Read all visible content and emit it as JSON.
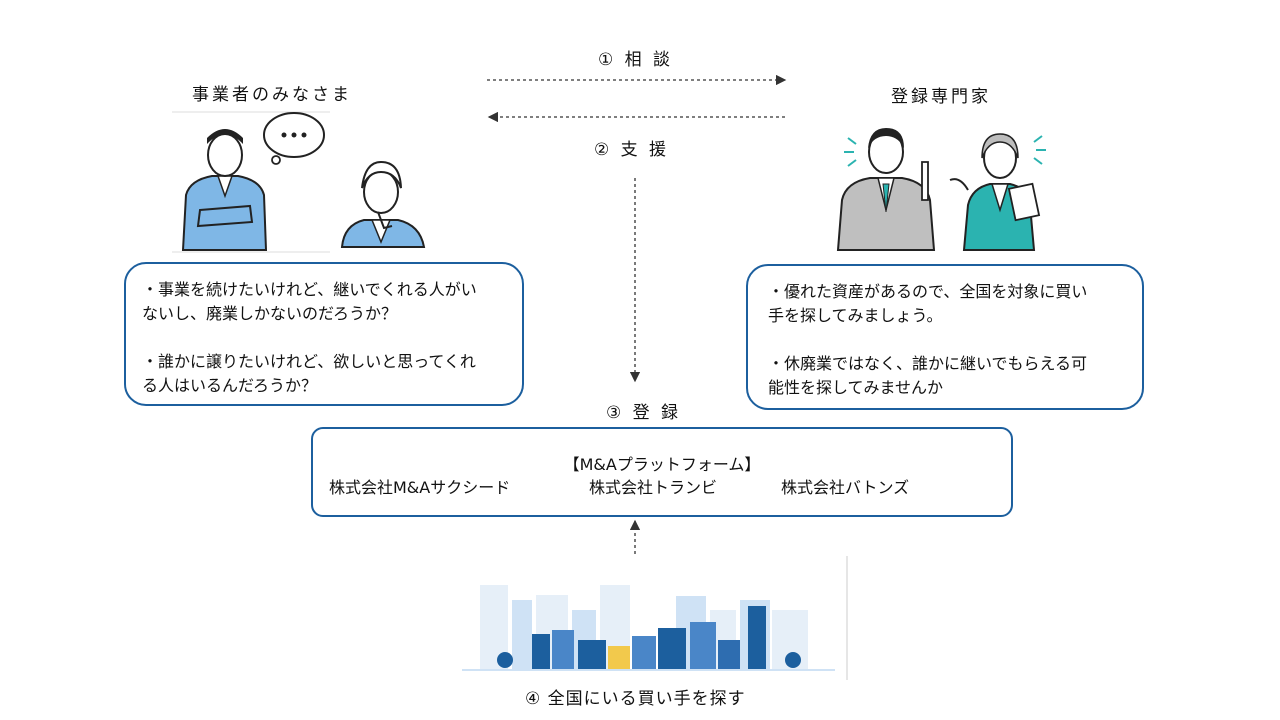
{
  "labels": {
    "left_title": "事業者のみなさま",
    "right_title": "登録専門家",
    "step1": "① 相 談",
    "step2": "② 支 援",
    "step3": "③ 登 録",
    "step4": "④  全国にいる買い手を探す"
  },
  "left_bubble": {
    "line1": "・事業を続けたいけれど、継いでくれる人がい",
    "line2": "ないし、廃業しかないのだろうか？",
    "line3": "・誰かに譲りたいけれど、欲しいと思ってくれ",
    "line4": "る人はいるんだろうか？"
  },
  "right_bubble": {
    "line1": "・優れた資産があるので、全国を対象に買い",
    "line2": "手を探してみましょう。",
    "line3": "・休廃業ではなく、誰かに継いでもらえる可",
    "line4": "能性を探してみませんか"
  },
  "platform": {
    "title": "【M&Aプラットフォーム】",
    "companies": [
      "株式会社M&Aサクシード",
      "株式会社トランビ",
      "株式会社バトンズ"
    ]
  },
  "colors": {
    "border": "#1c5f9e",
    "worker_blue": "#7fb7e6",
    "expert_teal": "#2bb3b0",
    "city_blue": "#4a86c8",
    "city_light": "#cfe2f5"
  }
}
